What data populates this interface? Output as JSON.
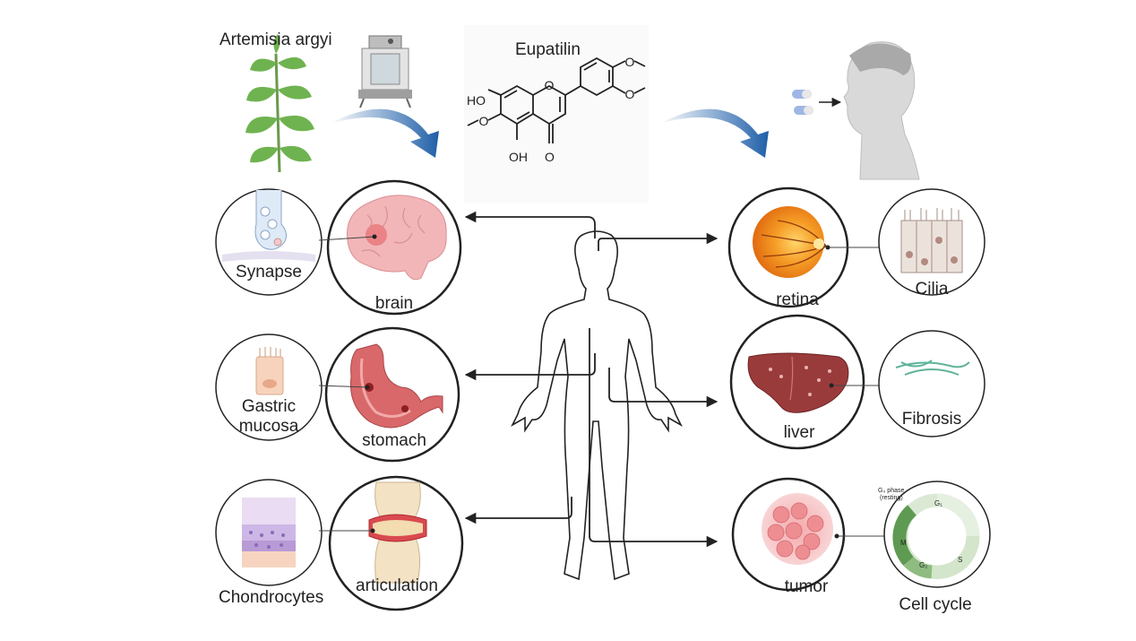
{
  "top": {
    "plant_name": "Artemisia argyi",
    "compound_name": "Eupatilin",
    "atom_ho_top": "HO",
    "atom_ho_bottom": "OH",
    "atom_o_keto": "O"
  },
  "organs": {
    "brain": "brain",
    "stomach": "stomach",
    "articulation": "articulation",
    "retina": "retina",
    "liver": "liver",
    "tumor": "tumor"
  },
  "details": {
    "synapse": "Synapse",
    "gastric_line1": "Gastric",
    "gastric_line2": "mucosa",
    "chondrocytes": "Chondrocytes",
    "cilia": "Cilia",
    "fibrosis": "Fibrosis",
    "cell_cycle": "Cell cycle"
  },
  "cell_cycle_labels": {
    "g0_line1": "G₀ phase",
    "g0_line2": "(resting)",
    "g1": "G₁",
    "s": "S",
    "g2": "G₂",
    "m": "M"
  },
  "colors": {
    "arrow_blue": "#1f5fa8",
    "circle_stroke": "#222222",
    "brain_pink": "#f2b6b8",
    "retina_orange": "#f08a1c",
    "liver_red": "#9a3b3b",
    "stomach_red": "#d9686a",
    "cycle_green": "#5e9a52"
  }
}
